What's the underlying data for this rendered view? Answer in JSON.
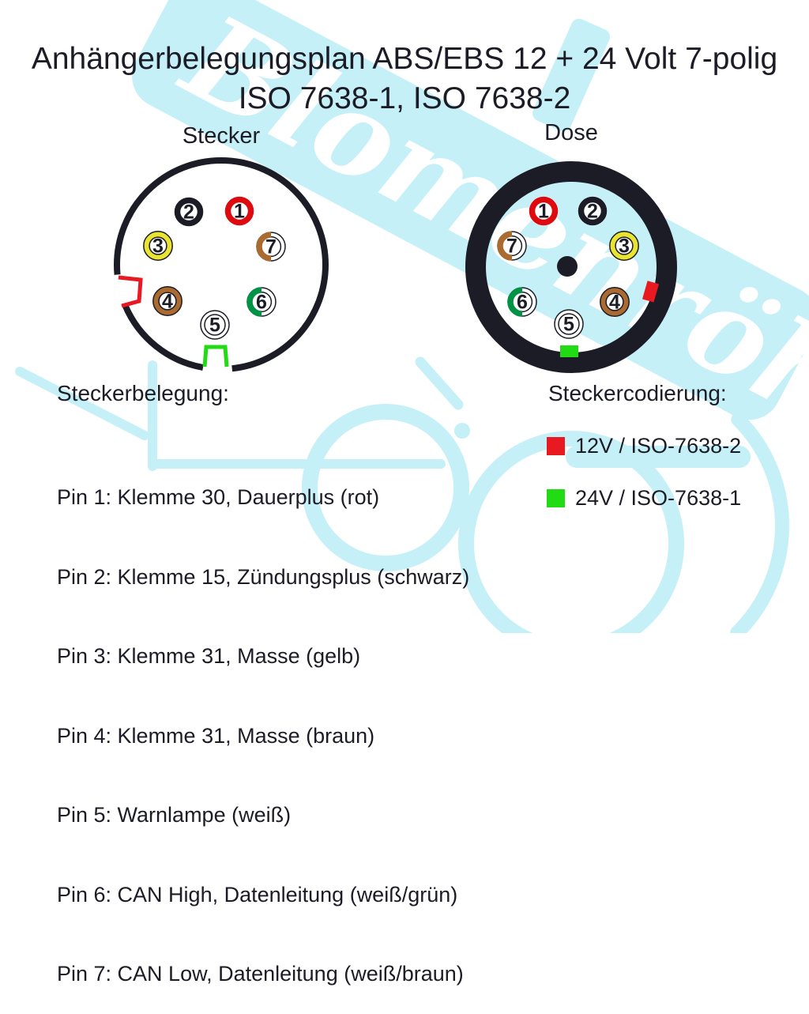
{
  "title": {
    "line1": "Anhängerbelegungsplan ABS/EBS 12 + 24 Volt 7-polig",
    "line2": "ISO 7638-1, ISO 7638-2"
  },
  "connectors": {
    "stecker": {
      "label": "Stecker",
      "pins": [
        {
          "n": 1,
          "color": "rot"
        },
        {
          "n": 2,
          "color": "schwarz"
        },
        {
          "n": 3,
          "color": "gelb"
        },
        {
          "n": 4,
          "color": "braun"
        },
        {
          "n": 5,
          "color": "weiß"
        },
        {
          "n": 6,
          "color": "weiß/grün"
        },
        {
          "n": 7,
          "color": "weiß/braun"
        }
      ]
    },
    "dose": {
      "label": "Dose",
      "pins": [
        {
          "n": 1,
          "color": "rot"
        },
        {
          "n": 2,
          "color": "schwarz"
        },
        {
          "n": 3,
          "color": "gelb"
        },
        {
          "n": 4,
          "color": "braun"
        },
        {
          "n": 5,
          "color": "weiß"
        },
        {
          "n": 6,
          "color": "weiß/grün"
        },
        {
          "n": 7,
          "color": "weiß/braun"
        }
      ]
    }
  },
  "pin_assignment": {
    "heading": "Steckerbelegung:",
    "items": [
      "Pin 1: Klemme 30, Dauerplus (rot)",
      "Pin 2: Klemme 15, Zündungsplus (schwarz)",
      "Pin 3: Klemme 31, Masse (gelb)",
      "Pin 4: Klemme 31, Masse (braun)",
      "Pin 5: Warnlampe (weiß)",
      "Pin 6: CAN High, Datenleitung (weiß/grün)",
      "Pin 7: CAN Low, Datenleitung (weiß/braun)"
    ]
  },
  "coding": {
    "heading": "Steckercodierung:",
    "items": [
      {
        "label": "12V / ISO-7638-2",
        "color_key": "key_red"
      },
      {
        "label": "24V / ISO-7638-1",
        "color_key": "key_green"
      }
    ]
  },
  "watermark": {
    "text": "Blomenröhr"
  },
  "colors": {
    "ink": "#1c1c26",
    "pin_red": "#dd0a10",
    "pin_black": "#1c1c26",
    "pin_yellow": "#e9e431",
    "pin_brown": "#ab6a30",
    "pin_green": "#009245",
    "key_red": "#e81921",
    "key_green": "#21dc15",
    "watermark_cyan": "#c6f0f7"
  }
}
